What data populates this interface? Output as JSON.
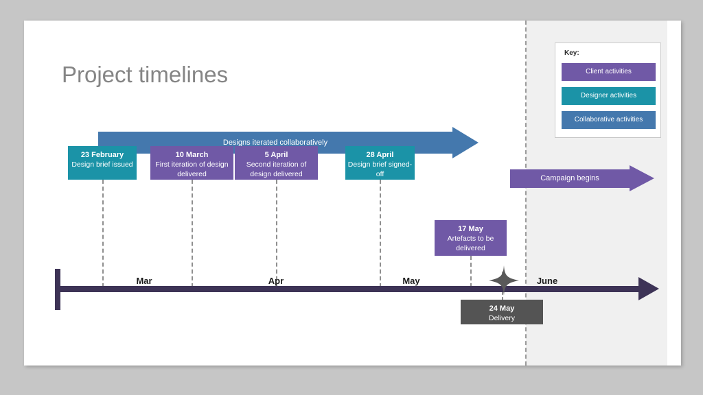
{
  "slide": {
    "title": "Project timelines",
    "background_color": "#ffffff",
    "canvas_color": "#c6c6c6",
    "future_region_color": "#f0f0f0"
  },
  "colors": {
    "client": "#7059a6",
    "designer": "#1b93a7",
    "collaborative": "#4478ad",
    "delivery": "#545454",
    "axis": "#3d3356",
    "title_text": "#858585",
    "connector": "#8f8f8f"
  },
  "key": {
    "title": "Key:",
    "items": [
      {
        "label": "Client activities",
        "color": "#7059a6"
      },
      {
        "label": "Designer activities",
        "color": "#1b93a7"
      },
      {
        "label": "Collaborative activities",
        "color": "#4478ad"
      }
    ]
  },
  "arrows": [
    {
      "name": "collaborative-phase",
      "label": "Designs iterated collaboratively",
      "color": "#4478ad"
    },
    {
      "name": "campaign-phase",
      "label": "Campaign begins",
      "color": "#7059a6"
    }
  ],
  "milestones": [
    {
      "date": "23 February",
      "description": "Design brief issued",
      "category": "designer",
      "color": "#1b93a7"
    },
    {
      "date": "10 March",
      "description": "First iteration of design delivered",
      "category": "client",
      "color": "#7059a6"
    },
    {
      "date": "5 April",
      "description": "Second iteration of design delivered",
      "category": "client",
      "color": "#7059a6"
    },
    {
      "date": "28 April",
      "description": "Design brief signed-off",
      "category": "designer",
      "color": "#1b93a7"
    },
    {
      "date": "17 May",
      "description": "Artefacts to be delivered",
      "category": "client",
      "color": "#7059a6"
    },
    {
      "date": "24 May",
      "description": "Delivery",
      "category": "delivery",
      "color": "#545454"
    }
  ],
  "axis": {
    "labels": [
      "Mar",
      "Apr",
      "May",
      "June"
    ],
    "marker": "star-sparkle"
  }
}
